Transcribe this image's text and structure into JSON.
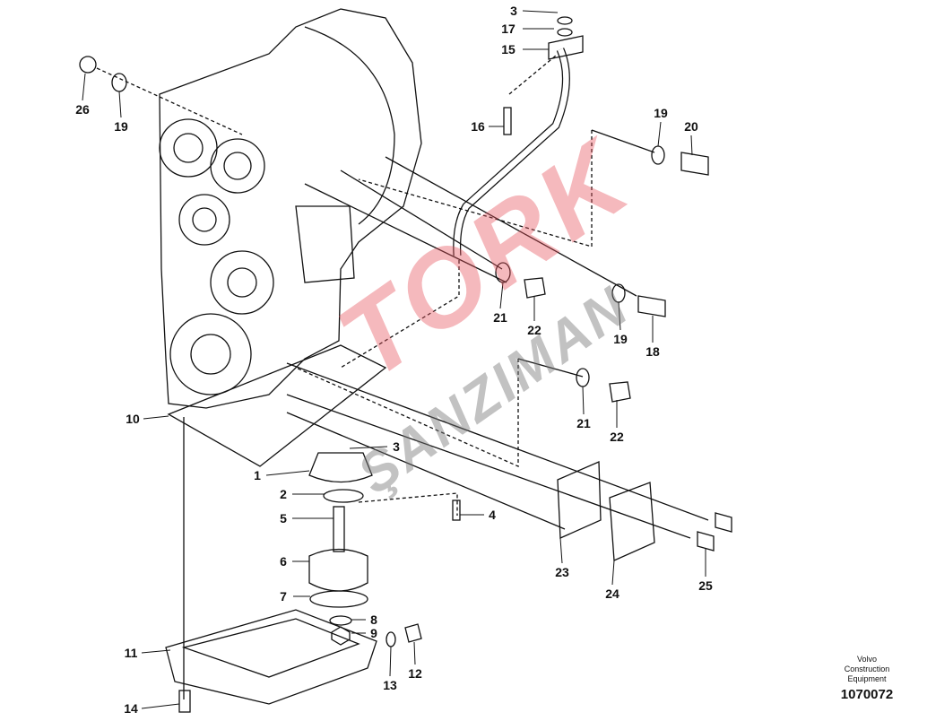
{
  "diagram": {
    "part_labels": [
      "3",
      "17",
      "15",
      "26",
      "19",
      "16",
      "19",
      "20",
      "21",
      "22",
      "19",
      "18",
      "21",
      "22",
      "10",
      "3",
      "1",
      "2",
      "5",
      "4",
      "6",
      "23",
      "24",
      "25",
      "7",
      "8",
      "9",
      "11",
      "12",
      "13",
      "14"
    ],
    "watermark": {
      "line1": "TORK",
      "line2": "ŞANZIMAN"
    },
    "credit": {
      "company": "Volvo Construction",
      "subtitle": "Equipment",
      "figure_number": "1070072"
    },
    "colors": {
      "line": "#111111",
      "watermark_red": "#e6505a",
      "watermark_gray": "#888888"
    }
  }
}
